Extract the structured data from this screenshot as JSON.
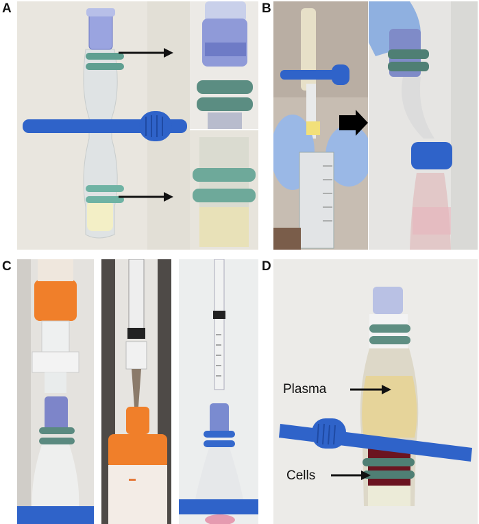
{
  "panels": {
    "a": {
      "label": "A"
    },
    "b": {
      "label": "B"
    },
    "c": {
      "label": "C"
    },
    "d": {
      "label": "D"
    }
  },
  "annotations": {
    "plasma": "Plasma",
    "cells": "Cells"
  },
  "colors": {
    "clamp_blue": "#2f63c9",
    "ring_green": "#5f8f84",
    "cap_orange": "#f07f2a",
    "plasma_yellow": "#e6d49a",
    "cells_red": "#6b1420",
    "glove_blue": "#9ab8e6"
  }
}
